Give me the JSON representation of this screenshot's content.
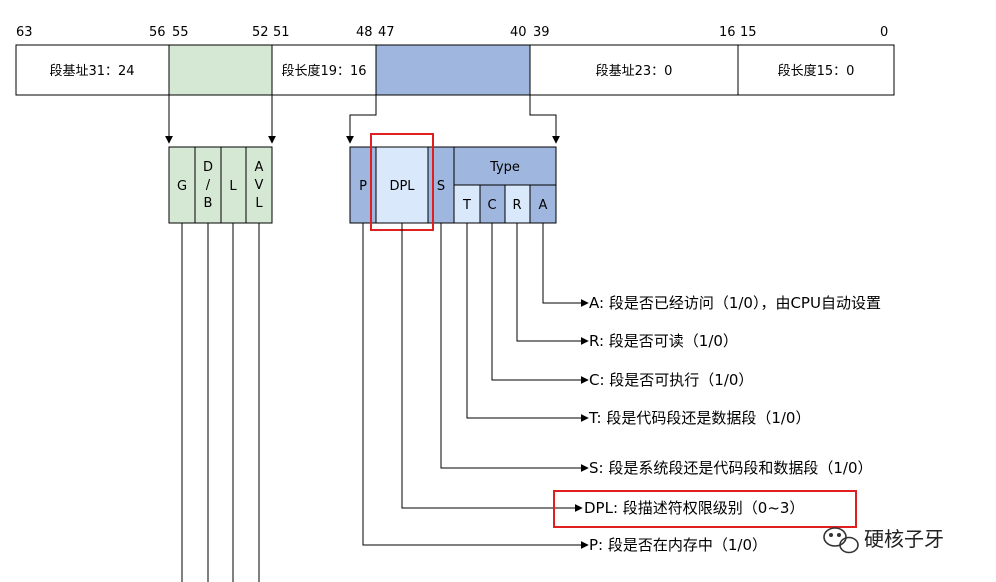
{
  "bit_numbers": [
    "63",
    "56",
    "55",
    "52",
    "51",
    "48",
    "47",
    "40",
    "39",
    "16",
    "15",
    "0"
  ],
  "top_fields": {
    "base_31_24": "段基址31：24",
    "limit_19_16": "段长度19：16",
    "base_23_0": "段基址23：0",
    "limit_15_0": "段长度15：0"
  },
  "flags_box": {
    "g": "G",
    "db": [
      "D",
      "/",
      "B"
    ],
    "l": "L",
    "avl": [
      "A",
      "V",
      "L"
    ]
  },
  "access_box": {
    "p": "P",
    "dpl": "DPL",
    "s": "S",
    "type": "Type",
    "t": "T",
    "c": "C",
    "r": "R",
    "a": "A"
  },
  "descriptions": {
    "a": "A: 段是否已经访问（1/0），由CPU自动设置",
    "r": "R: 段是否可读（1/0）",
    "c": "C: 段是否可执行（1/0）",
    "t": "T: 段是代码段还是数据段（1/0）",
    "s": "S: 段是系统段还是代码段和数据段（1/0）",
    "dpl": "DPL: 段描述符权限级别（0~3）",
    "p": "P: 段是否在内存中（1/0）"
  },
  "watermark": "硬核子牙",
  "colors": {
    "green": "#d5e8d4",
    "green_stroke": "#6a8f5e",
    "blue": "#9fb6de",
    "blue_dark": "#7e9bd1",
    "blue_light": "#dae8fc",
    "highlight_red": "#e02020",
    "line": "#000000"
  }
}
